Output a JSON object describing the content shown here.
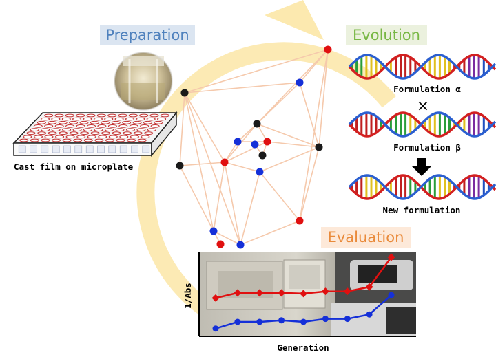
{
  "stages": {
    "preparation": "Preparation",
    "evolution": "Evolution",
    "evaluation": "Evaluation"
  },
  "colors": {
    "preparation_bg": "#dbe5f1",
    "preparation_text": "#4f81bd",
    "evolution_bg": "#ebf1de",
    "evolution_text": "#77b744",
    "evaluation_bg": "#fde9d9",
    "evaluation_text": "#e98a3a",
    "cycle_arrow": "#fbe39b",
    "network_edge": "#f5c9ac",
    "node_red": "#e01010",
    "node_blue": "#1530d8",
    "node_black": "#1a1a1a"
  },
  "captions": {
    "microplate": "Cast film on microplate",
    "formulation_a": "Formulation α",
    "cross_symbol": "×",
    "formulation_b": "Formulation β",
    "new_formulation": "New formulation"
  },
  "chart_data": {
    "type": "line",
    "xlabel": "Generation",
    "ylabel": "1/Abs",
    "x": [
      1,
      2,
      3,
      4,
      5,
      6,
      7,
      8,
      9
    ],
    "series": [
      {
        "values": [
          0.45,
          0.52,
          0.52,
          0.52,
          0.51,
          0.54,
          0.54,
          0.6,
          1.0
        ]
      },
      {
        "values": [
          0.04,
          0.13,
          0.13,
          0.15,
          0.13,
          0.17,
          0.17,
          0.23,
          0.49
        ]
      }
    ],
    "colors": [
      "#e01010",
      "#1530d8"
    ],
    "ylim": [
      0,
      1
    ],
    "grid": false
  }
}
